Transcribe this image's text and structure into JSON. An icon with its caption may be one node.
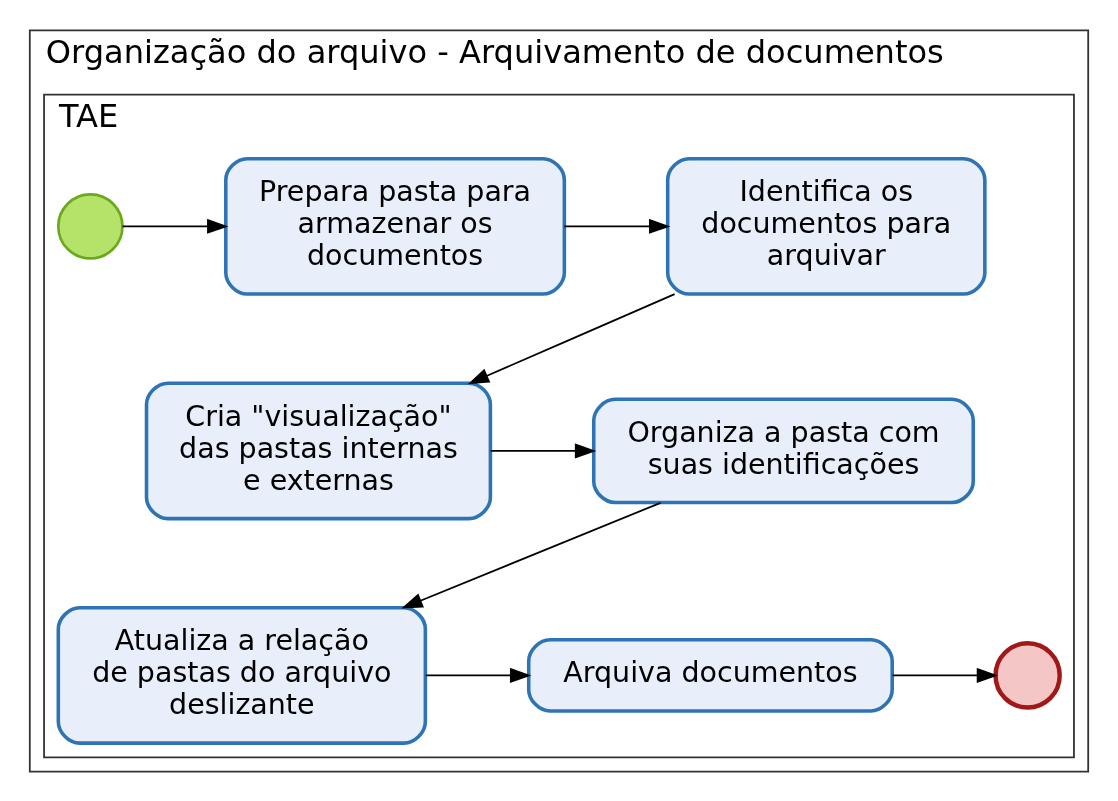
{
  "diagram": {
    "nodes": [
      {
        "text": [
          "Organização do arquivo - Arquivamento de documentos"
        ]
      },
      {
        "text": [
          "TAE"
        ],
        "in": 0
      },
      {
        "text": [],
        "shape": "circle",
        "in": 1
      },
      {
        "text": [
          "Prepara pasta para armazenar os documentos"
        ],
        "in": 1
      },
      {
        "text": [
          "Identifica os documentos para arquivar"
        ],
        "in": 1
      },
      {
        "text": [
          "Cria \"visualização\" das pastas internas e externas"
        ],
        "in": 1
      },
      {
        "text": [
          "Organiza a pasta com suas identificações"
        ],
        "in": 1
      },
      {
        "text": [
          "Atualiza a relação de pastas do arquivo deslizante"
        ],
        "in": 1
      },
      {
        "text": [
          "Arquiva documentos"
        ],
        "in": 1
      },
      {
        "text": [],
        "shape": "circle",
        "in": 1
      }
    ],
    "edges": [
      {
        "from": 2,
        "to": 3,
        "arrow": "to"
      },
      {
        "from": 3,
        "to": 4,
        "arrow": "to"
      },
      {
        "from": 4,
        "to": 5,
        "arrow": "to"
      },
      {
        "from": 5,
        "to": 6,
        "arrow": "to"
      },
      {
        "from": 6,
        "to": 7,
        "arrow": "to"
      },
      {
        "from": 7,
        "to": 8,
        "arrow": "to"
      },
      {
        "from": 8,
        "to": 9,
        "arrow": "to"
      }
    ]
  }
}
